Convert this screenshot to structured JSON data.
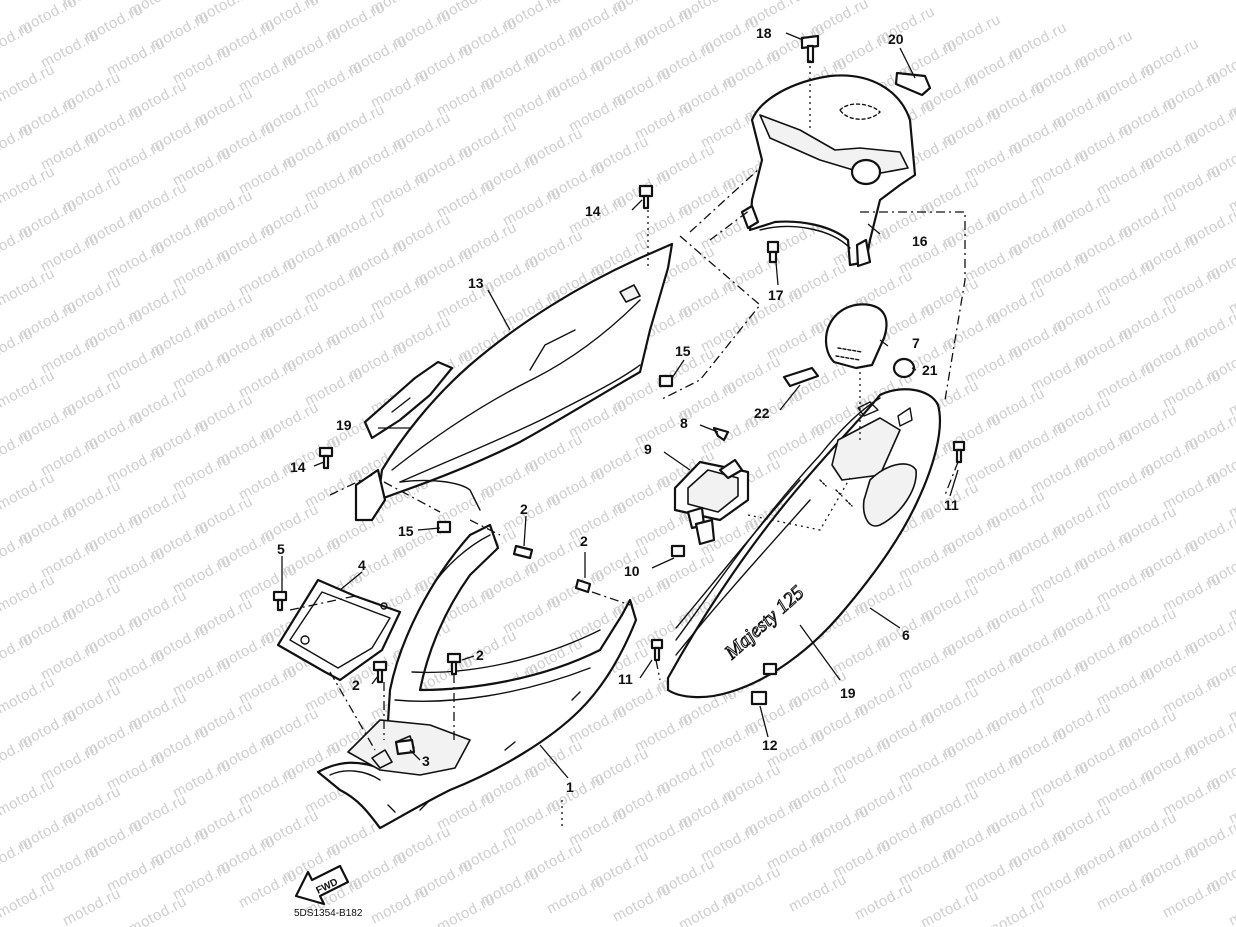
{
  "watermark": "motod.ru",
  "callouts": {
    "c1": "1",
    "c2a": "2",
    "c2b": "2",
    "c2c": "2",
    "c2d": "2",
    "c3": "3",
    "c4": "4",
    "c5": "5",
    "c6": "6",
    "c7": "7",
    "c8": "8",
    "c9": "9",
    "c10": "10",
    "c11a": "11",
    "c11b": "11",
    "c12": "12",
    "c13": "13",
    "c14a": "14",
    "c14b": "14",
    "c15a": "15",
    "c15b": "15",
    "c16": "16",
    "c17": "17",
    "c18": "18",
    "c19a": "19",
    "c19b": "19",
    "c20": "20",
    "c21": "21",
    "c22": "22"
  },
  "fwd_label": "FWD",
  "model_script": "Majesty 125",
  "drawing_code": "5DS1354-B182"
}
